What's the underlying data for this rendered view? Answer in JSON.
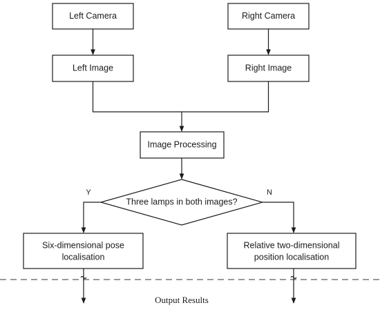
{
  "nodes": {
    "left_camera": "Left Camera",
    "right_camera": "Right Camera",
    "left_image": "Left Image",
    "right_image": "Right Image",
    "image_processing": "Image Processing",
    "decision": "Three lamps in both images?",
    "six_dim": [
      "Six-dimensional pose",
      "localisation"
    ],
    "two_dim": [
      "Relative two-dimensional",
      "position localisation"
    ]
  },
  "branches": {
    "yes": "Y",
    "no": "N"
  },
  "output": "Output Results"
}
